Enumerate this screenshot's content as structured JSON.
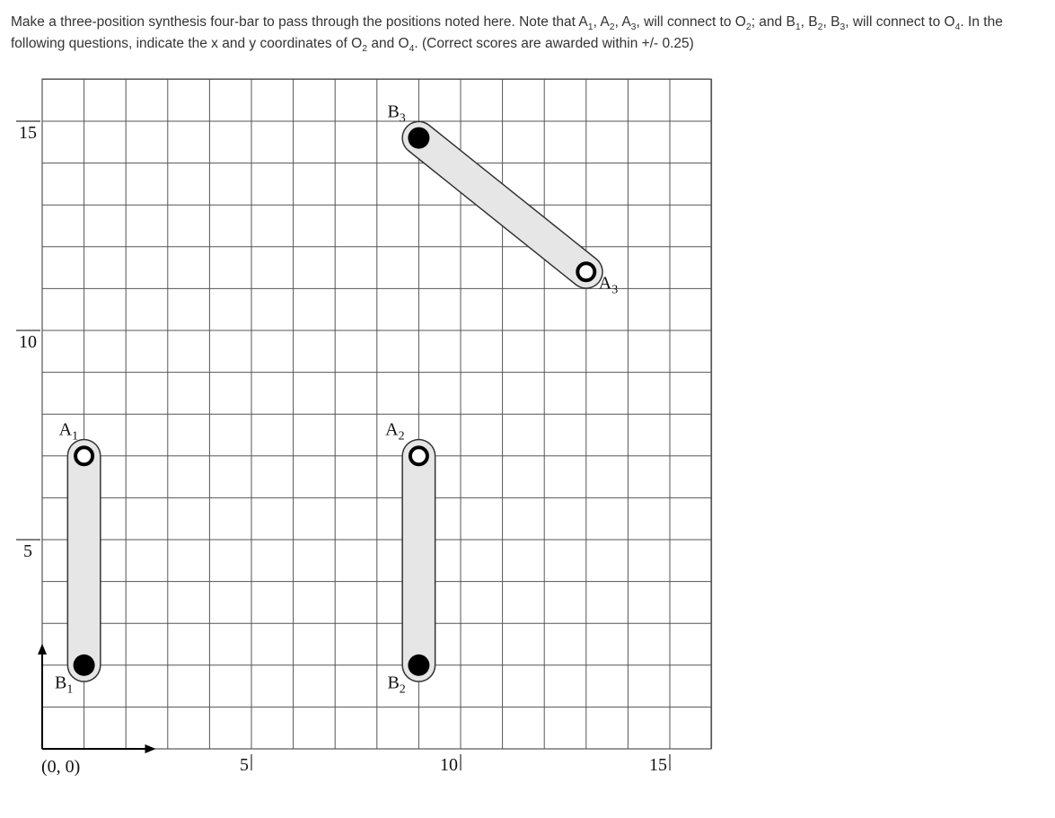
{
  "question": {
    "segments": [
      {
        "t": "Make a three-position synthesis four-bar to pass through the positions noted here. Note that A"
      },
      {
        "sub": "1"
      },
      {
        "t": ", A"
      },
      {
        "sub": "2"
      },
      {
        "t": ", A"
      },
      {
        "sub": "3"
      },
      {
        "t": ", will connect to O"
      },
      {
        "sub": "2"
      },
      {
        "t": "; and  B"
      },
      {
        "sub": "1"
      },
      {
        "t": ", B"
      },
      {
        "sub": "2"
      },
      {
        "t": ", B"
      },
      {
        "sub": "3"
      },
      {
        "t": ", will connect to O"
      },
      {
        "sub": "4"
      },
      {
        "t": ". In the following questions, indicate the x and y coordinates of O"
      },
      {
        "sub": "2"
      },
      {
        "t": " and O"
      },
      {
        "sub": "4"
      },
      {
        "t": ". (Correct scores are awarded within +/- 0.25)"
      }
    ]
  },
  "diagram": {
    "origin_label": "(0, 0)",
    "x_ticks": [
      {
        "label": "5",
        "value": 5
      },
      {
        "label": "10",
        "value": 10
      },
      {
        "label": "15",
        "value": 15
      }
    ],
    "y_ticks": [
      {
        "label": "15",
        "value": 15
      },
      {
        "label": "10",
        "value": 10
      },
      {
        "label": "5",
        "value": 5
      }
    ],
    "grid": {
      "x_min": 0,
      "x_max": 16,
      "y_min": 0,
      "y_max": 16
    },
    "links": [
      {
        "name": "position-1",
        "a": {
          "x": 1,
          "y": 7
        },
        "b": {
          "x": 1,
          "y": 2
        }
      },
      {
        "name": "position-2",
        "a": {
          "x": 9,
          "y": 7
        },
        "b": {
          "x": 9,
          "y": 2
        }
      },
      {
        "name": "position-3",
        "a": {
          "x": 13,
          "y": 11.4
        },
        "b": {
          "x": 9,
          "y": 14.6
        }
      }
    ],
    "labels": [
      {
        "base": "A",
        "sub": "1",
        "x": 0.4,
        "y": 7.5
      },
      {
        "base": "B",
        "sub": "1",
        "x": 0.3,
        "y": 1.45
      },
      {
        "base": "A",
        "sub": "2",
        "x": 8.2,
        "y": 7.5
      },
      {
        "base": "B",
        "sub": "2",
        "x": 8.25,
        "y": 1.45
      },
      {
        "base": "B",
        "sub": "3",
        "x": 8.25,
        "y": 15.1
      },
      {
        "base": "A",
        "sub": "3",
        "x": 13.3,
        "y": 11.0
      }
    ],
    "colors": {
      "grid": "#555555",
      "link_fill": "#e6e6e6",
      "link_stroke": "#333333",
      "pin": "#000000"
    }
  }
}
